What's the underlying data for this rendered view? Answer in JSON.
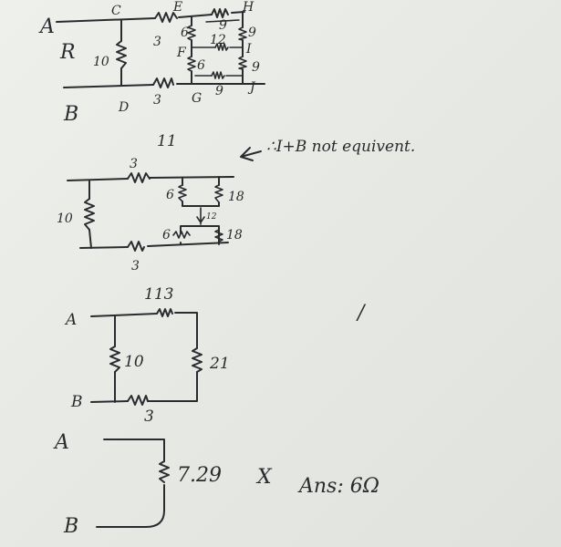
{
  "diagram1": {
    "nodes": {
      "a": "A",
      "b": "B",
      "c": "C",
      "d": "D",
      "e": "E",
      "f": "F",
      "g": "G",
      "h": "H",
      "i": "I",
      "j": "J"
    },
    "r_label": "R",
    "resistors": {
      "r_cd": "10",
      "r_top": "3",
      "r_bot": "3",
      "r_ef": "6",
      "r_fg": "6",
      "r_eh_top": "9",
      "r_fi": "12",
      "r_gj": "9",
      "r_hi": "9",
      "r_ij": "9"
    }
  },
  "diagram2": {
    "eq_mark": "11",
    "note": "∴I+B not equivent.",
    "resistors": {
      "r_top": "3",
      "r_left": "10",
      "r_mid_top": "6",
      "r_right_top": "18",
      "r_mid_bot": "6",
      "r_right_bot": "18",
      "r_bot": "3",
      "r_small": "12"
    }
  },
  "diagram3": {
    "node_a": "A",
    "node_b": "B",
    "resistors": {
      "r_top": "113",
      "r_left": "10",
      "r_right": "21",
      "r_bot": "3"
    }
  },
  "diagram4": {
    "node_a": "A",
    "node_b": "B",
    "result": "7.29",
    "cross": "X",
    "answer": "Ans: 6Ω"
  },
  "stray_mark": "/"
}
